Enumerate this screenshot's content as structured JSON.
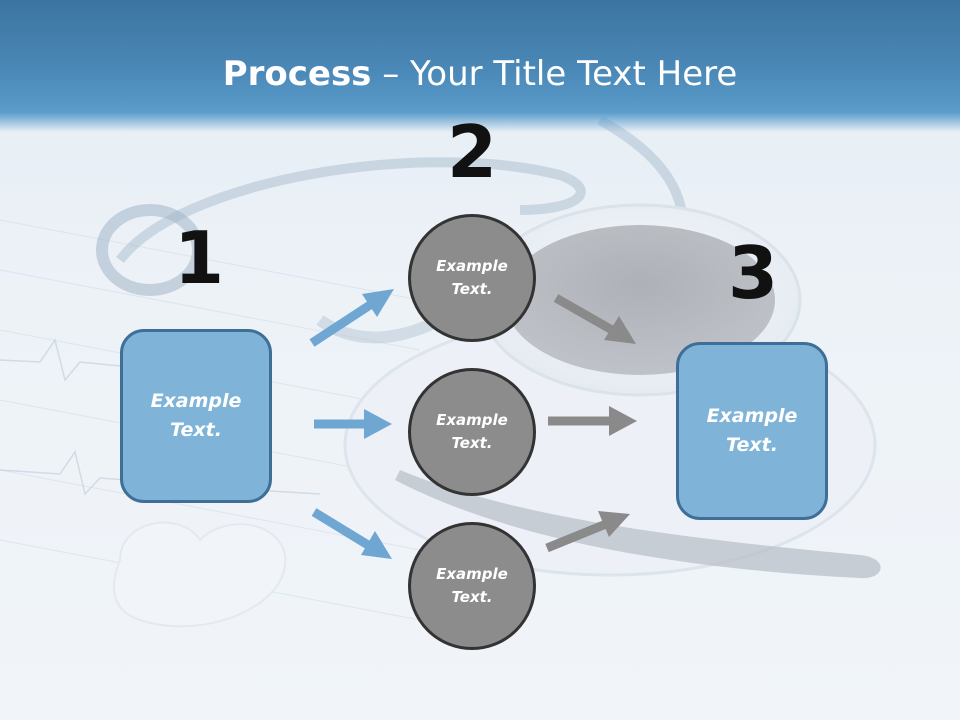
{
  "title": {
    "bold": "Process",
    "rest": " – Your Title Text Here"
  },
  "steps": {
    "one": {
      "number": "1",
      "text": "Example\nText."
    },
    "two": {
      "number": "2",
      "items": [
        {
          "text": "Example\nText."
        },
        {
          "text": "Example\nText."
        },
        {
          "text": "Example\nText."
        }
      ]
    },
    "three": {
      "number": "3",
      "text": "Example\nText."
    }
  },
  "colors": {
    "header": "#4b89b8",
    "box_fill": "#7fb3d8",
    "box_border": "#3f6f96",
    "circle_fill": "#8c8c8c",
    "circle_border": "#333333",
    "arrow_blue": "#6fa7d2",
    "arrow_gray": "#8a8a8a"
  }
}
